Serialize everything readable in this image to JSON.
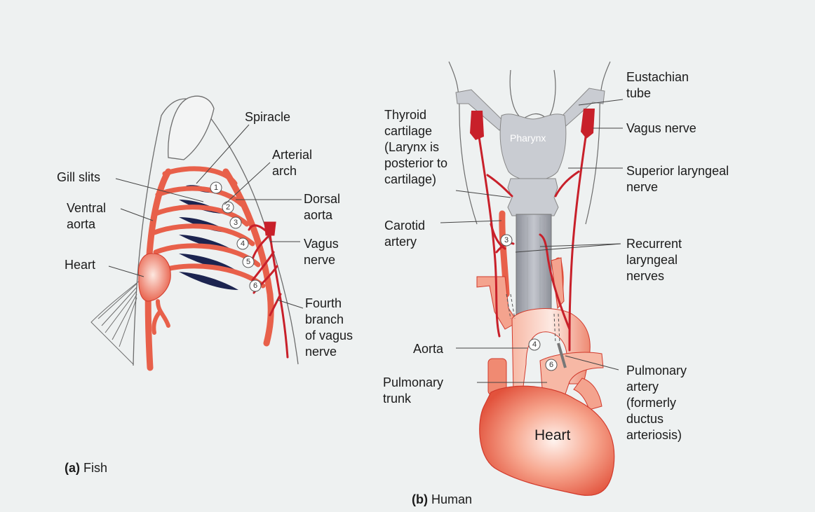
{
  "fish": {
    "labels": {
      "spiracle": "Spiracle",
      "arterial_arch": "Arterial\narch",
      "gill_slits": "Gill slits",
      "ventral_aorta": "Ventral\naorta",
      "dorsal_aorta": "Dorsal\naorta",
      "vagus_nerve": "Vagus\nnerve",
      "heart": "Heart",
      "fourth_branch": "Fourth\nbranch\nof vagus\nnerve"
    },
    "arch_numbers": [
      "1",
      "2",
      "3",
      "4",
      "5",
      "6"
    ],
    "caption_letter": "(a)",
    "caption_text": "Fish"
  },
  "human": {
    "labels": {
      "eustachian_tube": "Eustachian\ntube",
      "thyroid_cartilage": "Thyroid\ncartilage\n(Larynx is\nposterior to\ncartilage)",
      "pharynx": "Pharynx",
      "vagus_nerve": "Vagus nerve",
      "superior_laryngeal": "Superior laryngeal\nnerve",
      "carotid_artery": "Carotid\nartery",
      "recurrent_laryngeal": "Recurrent\nlaryngeal\nnerves",
      "aorta": "Aorta",
      "pulmonary_trunk": "Pulmonary\ntrunk",
      "pulmonary_artery": "Pulmonary\nartery\n(formerly\nductus\narteriosis)",
      "heart": "Heart"
    },
    "arch_numbers": {
      "three": "3",
      "four": "4",
      "six": "6"
    },
    "caption_letter": "(b)",
    "caption_text": "Human"
  },
  "colors": {
    "vessel": "#e8604a",
    "vessel_dark": "#d13a2c",
    "nerve": "#c8202a",
    "gill_slit": "#1c2450",
    "cartilage": "#c9ccd2",
    "outline": "#6d6d6d",
    "background": "#eef1f1"
  }
}
